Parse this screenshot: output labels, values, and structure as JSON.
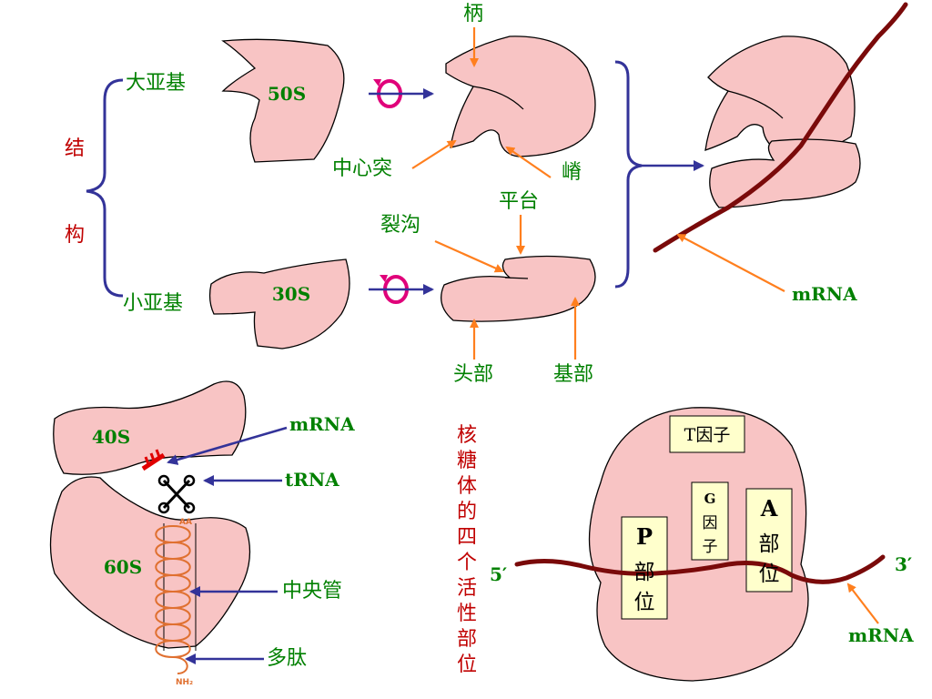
{
  "top": {
    "structure_chars": [
      "结",
      "构"
    ],
    "large_subunit_label": "大亚基",
    "small_subunit_label": "小亚基",
    "large_subunit_name": "50S",
    "small_subunit_name": "30S",
    "handle_label": "柄",
    "central_protuberance_label": "中心突",
    "ridge_label": "嵴",
    "platform_label": "平台",
    "cleft_label": "裂沟",
    "head_label": "头部",
    "base_label": "基部",
    "mrna_label": "mRNA"
  },
  "bottom_left": {
    "small_subunit_name": "40S",
    "large_subunit_name": "60S",
    "mrna_label": "mRNA",
    "trna_label": "tRNA",
    "central_tube_label": "中央管",
    "polypeptide_label": "多肽",
    "aa_label": "AA",
    "nh2_label": "NH₂"
  },
  "middle": {
    "vertical_title_chars": [
      "核",
      "糖",
      "体",
      "的",
      "四",
      "个",
      "活",
      "性",
      "部",
      "位"
    ]
  },
  "bottom_right": {
    "t_factor_label": "T因子",
    "g_factor_chars": [
      "G",
      "因",
      "子"
    ],
    "p_site_chars": [
      "P",
      "部",
      "位"
    ],
    "a_site_chars": [
      "A",
      "部",
      "位"
    ],
    "five_prime": "5′",
    "three_prime": "3′",
    "mrna_label": "mRNA"
  },
  "colors": {
    "ribosome_fill": "#f8c4c4",
    "label_green": "#008000",
    "title_red": "#c00000",
    "pointer_orange": "#ff7f1e",
    "pointer_blue": "#333399",
    "mrna_strand": "#7a0a0a",
    "rotate_icon": "#e0007a",
    "site_box": "#ffffcc"
  }
}
